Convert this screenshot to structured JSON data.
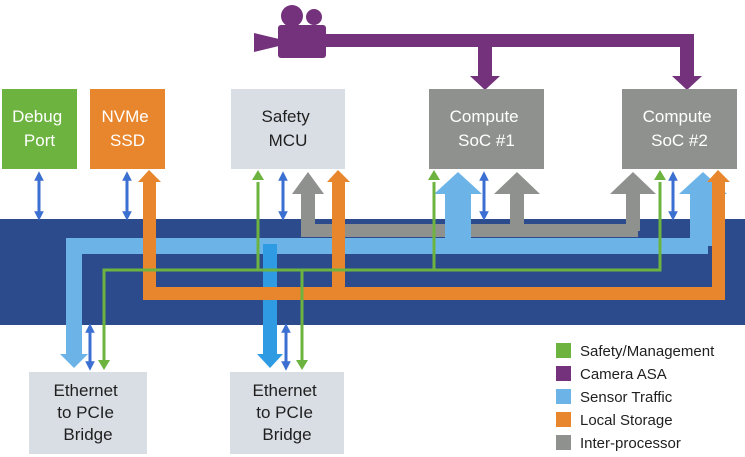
{
  "colors": {
    "safety": "#6cb33f",
    "camera": "#74317c",
    "sensor": "#6cb4e8",
    "storage": "#e8862d",
    "interproc": "#8f918f",
    "bus": "#2c4b8c",
    "control": "#3b6fd1",
    "light_box": "#d9dde4",
    "box_text_light": "#ffffff",
    "box_text_dark": "#1f1f1f"
  },
  "boxes": {
    "debug": [
      "Debug",
      "Port"
    ],
    "nvme": [
      "NVMe",
      "SSD"
    ],
    "mcu": [
      "Safety",
      "MCU"
    ],
    "soc1": [
      "Compute",
      "SoC #1"
    ],
    "soc2": [
      "Compute",
      "SoC #2"
    ],
    "bridge1": [
      "Ethernet",
      "to PCIe",
      "Bridge"
    ],
    "bridge2": [
      "Ethernet",
      "to PCIe",
      "Bridge"
    ]
  },
  "legend": [
    {
      "label": "Safety/Management",
      "color": "#6cb33f"
    },
    {
      "label": "Camera ASA",
      "color": "#74317c"
    },
    {
      "label": "Sensor Traffic",
      "color": "#6cb4e8"
    },
    {
      "label": "Local Storage",
      "color": "#e8862d"
    },
    {
      "label": "Inter-processor",
      "color": "#8f918f"
    }
  ],
  "icons": {
    "camera": "video-camera-icon"
  }
}
